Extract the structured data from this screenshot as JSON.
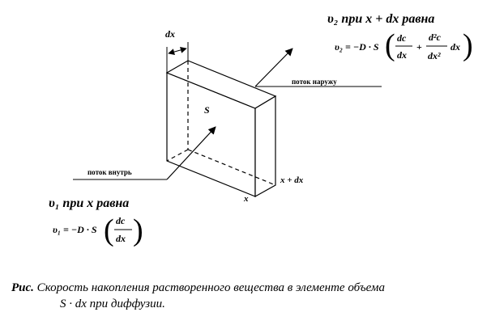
{
  "labels": {
    "dx_top": "dx",
    "area": "S",
    "x_left": "x",
    "x_right": "x + dx",
    "flow_out": "поток наружу",
    "flow_in": "поток внутрь"
  },
  "v2": {
    "heading": "υ₂ при x + dx равна",
    "lhs": "υ₂ = −D · S",
    "frac1_num": "dc",
    "frac1_den": "dx",
    "plus": "+",
    "frac2_num": "d²c",
    "frac2_den": "dx²",
    "tail": "dx"
  },
  "v1": {
    "heading": "υ₁ при x равна",
    "lhs": "υ₁ = −D · S",
    "frac_num": "dc",
    "frac_den": "dx"
  },
  "caption": {
    "prefix": "Рис.",
    "line1": " Скорость накопления растворенного вещества в элементе объема",
    "line2": "S · dx при диффузии."
  }
}
